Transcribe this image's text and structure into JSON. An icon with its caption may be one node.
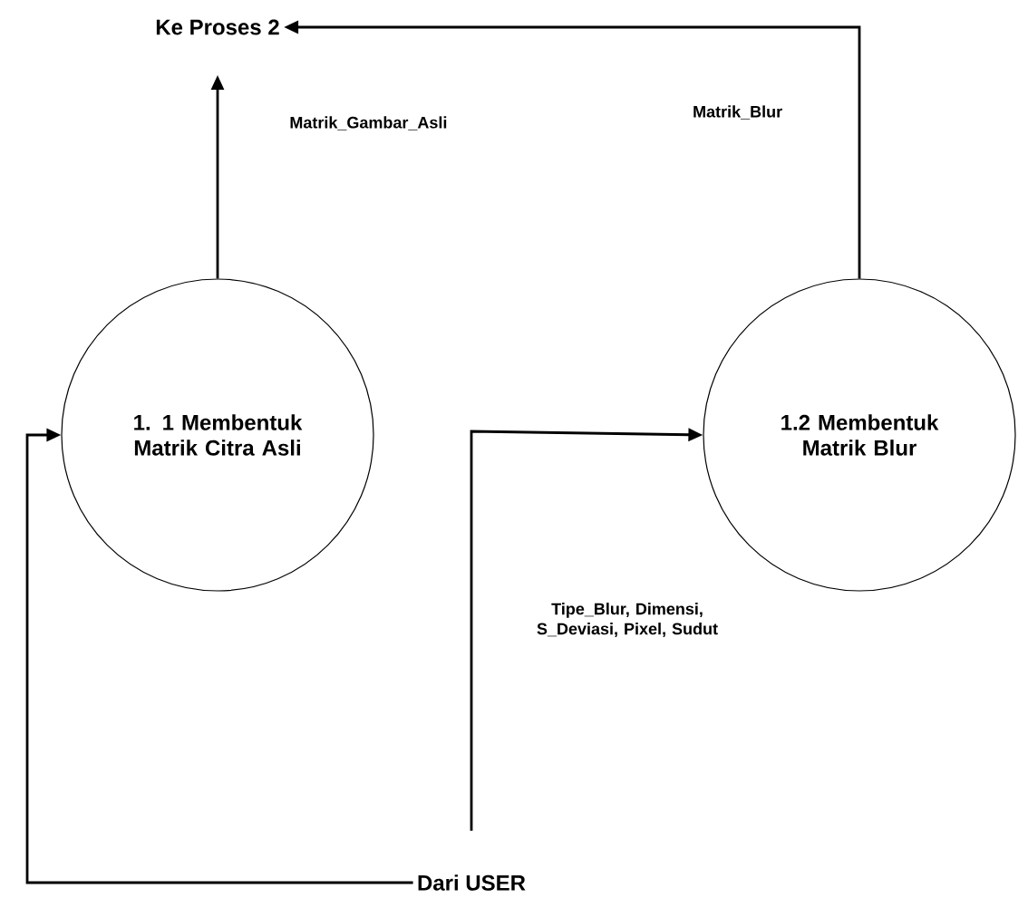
{
  "diagram": {
    "nodes": [
      {
        "text": [
          "Ke Proses 2"
        ]
      },
      {
        "text": [
          "1. 1 Membentuk Matrik Citra Asli"
        ]
      },
      {
        "text": [
          "1.2 Membentuk Matrik Blur"
        ]
      },
      {
        "text": [
          "Dari USER"
        ]
      }
    ],
    "edges": [
      {
        "from": 1,
        "to": 0,
        "arrow": "to",
        "label": "Matrik_Gambar_Asli"
      },
      {
        "from": 2,
        "to": 0,
        "arrow": "to",
        "label": "Matrik_Blur"
      },
      {
        "from": 3,
        "to": 1,
        "arrow": "to"
      },
      {
        "from": 3,
        "to": 2,
        "arrow": "to",
        "label": "Tipe_Blur, Dimensi, S_Deviasi, Pixel, Sudut"
      }
    ]
  }
}
